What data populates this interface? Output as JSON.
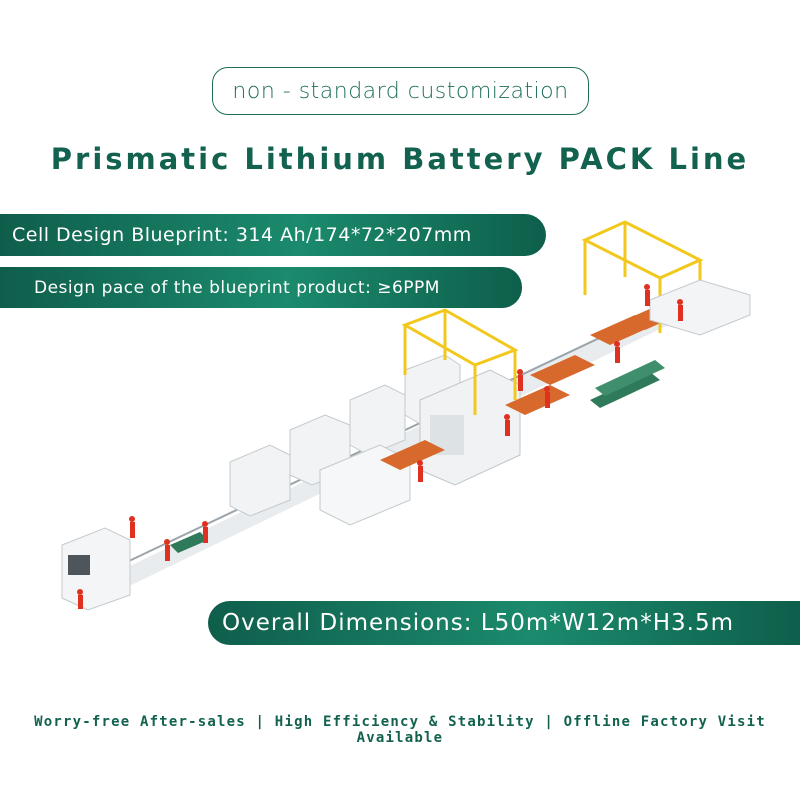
{
  "tag": "non - standard customization",
  "title": "Prismatic Lithium Battery PACK Line",
  "banners": {
    "cell_design": "Cell Design Blueprint: 314 Ah/174*72*207mm",
    "design_pace": "Design pace of the blueprint product: ≥6PPM",
    "dimensions": "Overall Dimensions: L50m*W12m*H3.5m"
  },
  "footer": "Worry-free After-sales | High Efficiency & Stability | Offline Factory Visit Available",
  "colors": {
    "brand_green": "#12624f",
    "banner_green": "#1b8a6d",
    "frame_yellow": "#f2c81c",
    "worker_red": "#e0301f",
    "conveyor_orange": "#d8692c"
  }
}
